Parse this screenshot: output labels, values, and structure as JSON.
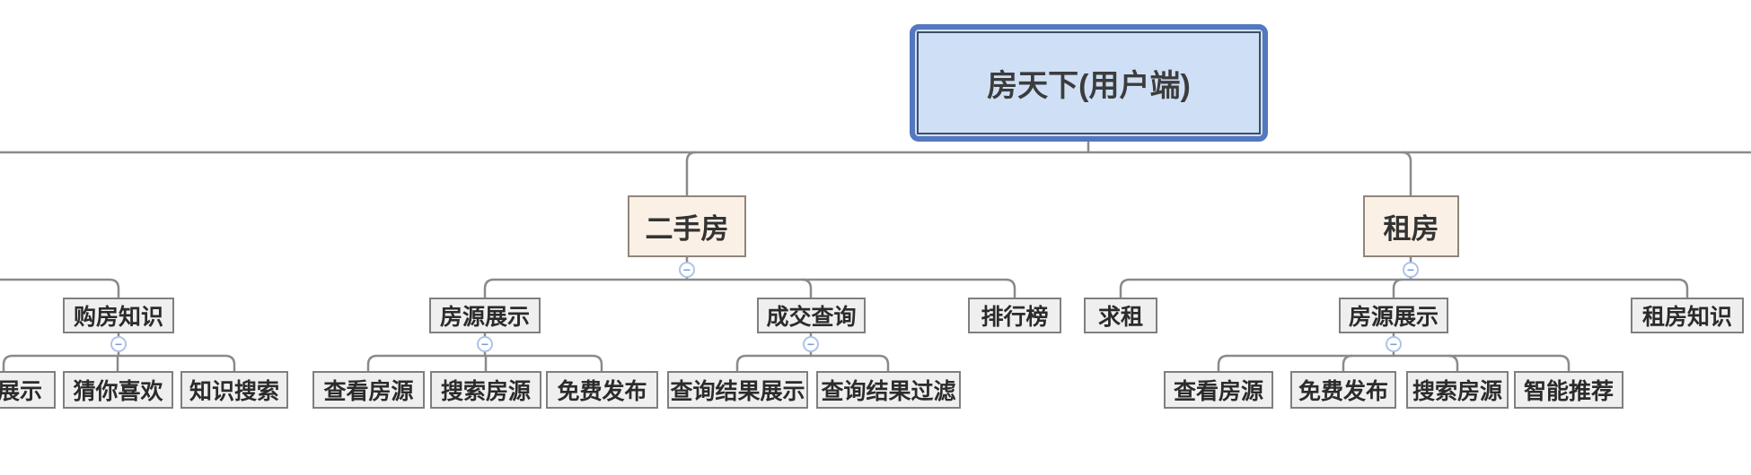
{
  "tree": {
    "root": {
      "label": "房天下(用户端)"
    },
    "left_group": {
      "parent": {
        "label": "购房知识"
      },
      "children": [
        {
          "label": "展示"
        },
        {
          "label": "猜你喜欢"
        },
        {
          "label": "知识搜索"
        }
      ]
    },
    "ershou": {
      "label": "二手房",
      "children": [
        {
          "label": "房源展示",
          "children": [
            {
              "label": "查看房源"
            },
            {
              "label": "搜索房源"
            },
            {
              "label": "免费发布"
            }
          ]
        },
        {
          "label": "成交查询",
          "children": [
            {
              "label": "查询结果展示"
            },
            {
              "label": "查询结果过滤"
            }
          ]
        },
        {
          "label": "排行榜",
          "children": []
        }
      ]
    },
    "zufang": {
      "label": "租房",
      "children": [
        {
          "label": "求租",
          "children": []
        },
        {
          "label": "房源展示",
          "children": [
            {
              "label": "查看房源"
            },
            {
              "label": "免费发布"
            },
            {
              "label": "搜索房源"
            },
            {
              "label": "智能推荐"
            }
          ]
        },
        {
          "label": "租房知识",
          "children": []
        }
      ]
    }
  },
  "icons": {
    "collapse": "−"
  },
  "colors": {
    "root_fill": "#cfe0f6",
    "root_border": "#5478bf",
    "root_inner_border": "#3d4d6a",
    "branch_fill": "#fbf0e5",
    "branch_border": "#8f867c",
    "node_fill": "#efefef",
    "node_border": "#7f7f7f",
    "connector": "#8a8a8a",
    "collapse_ring": "#adc3e9",
    "collapse_glyph": "#7d9ed5"
  }
}
